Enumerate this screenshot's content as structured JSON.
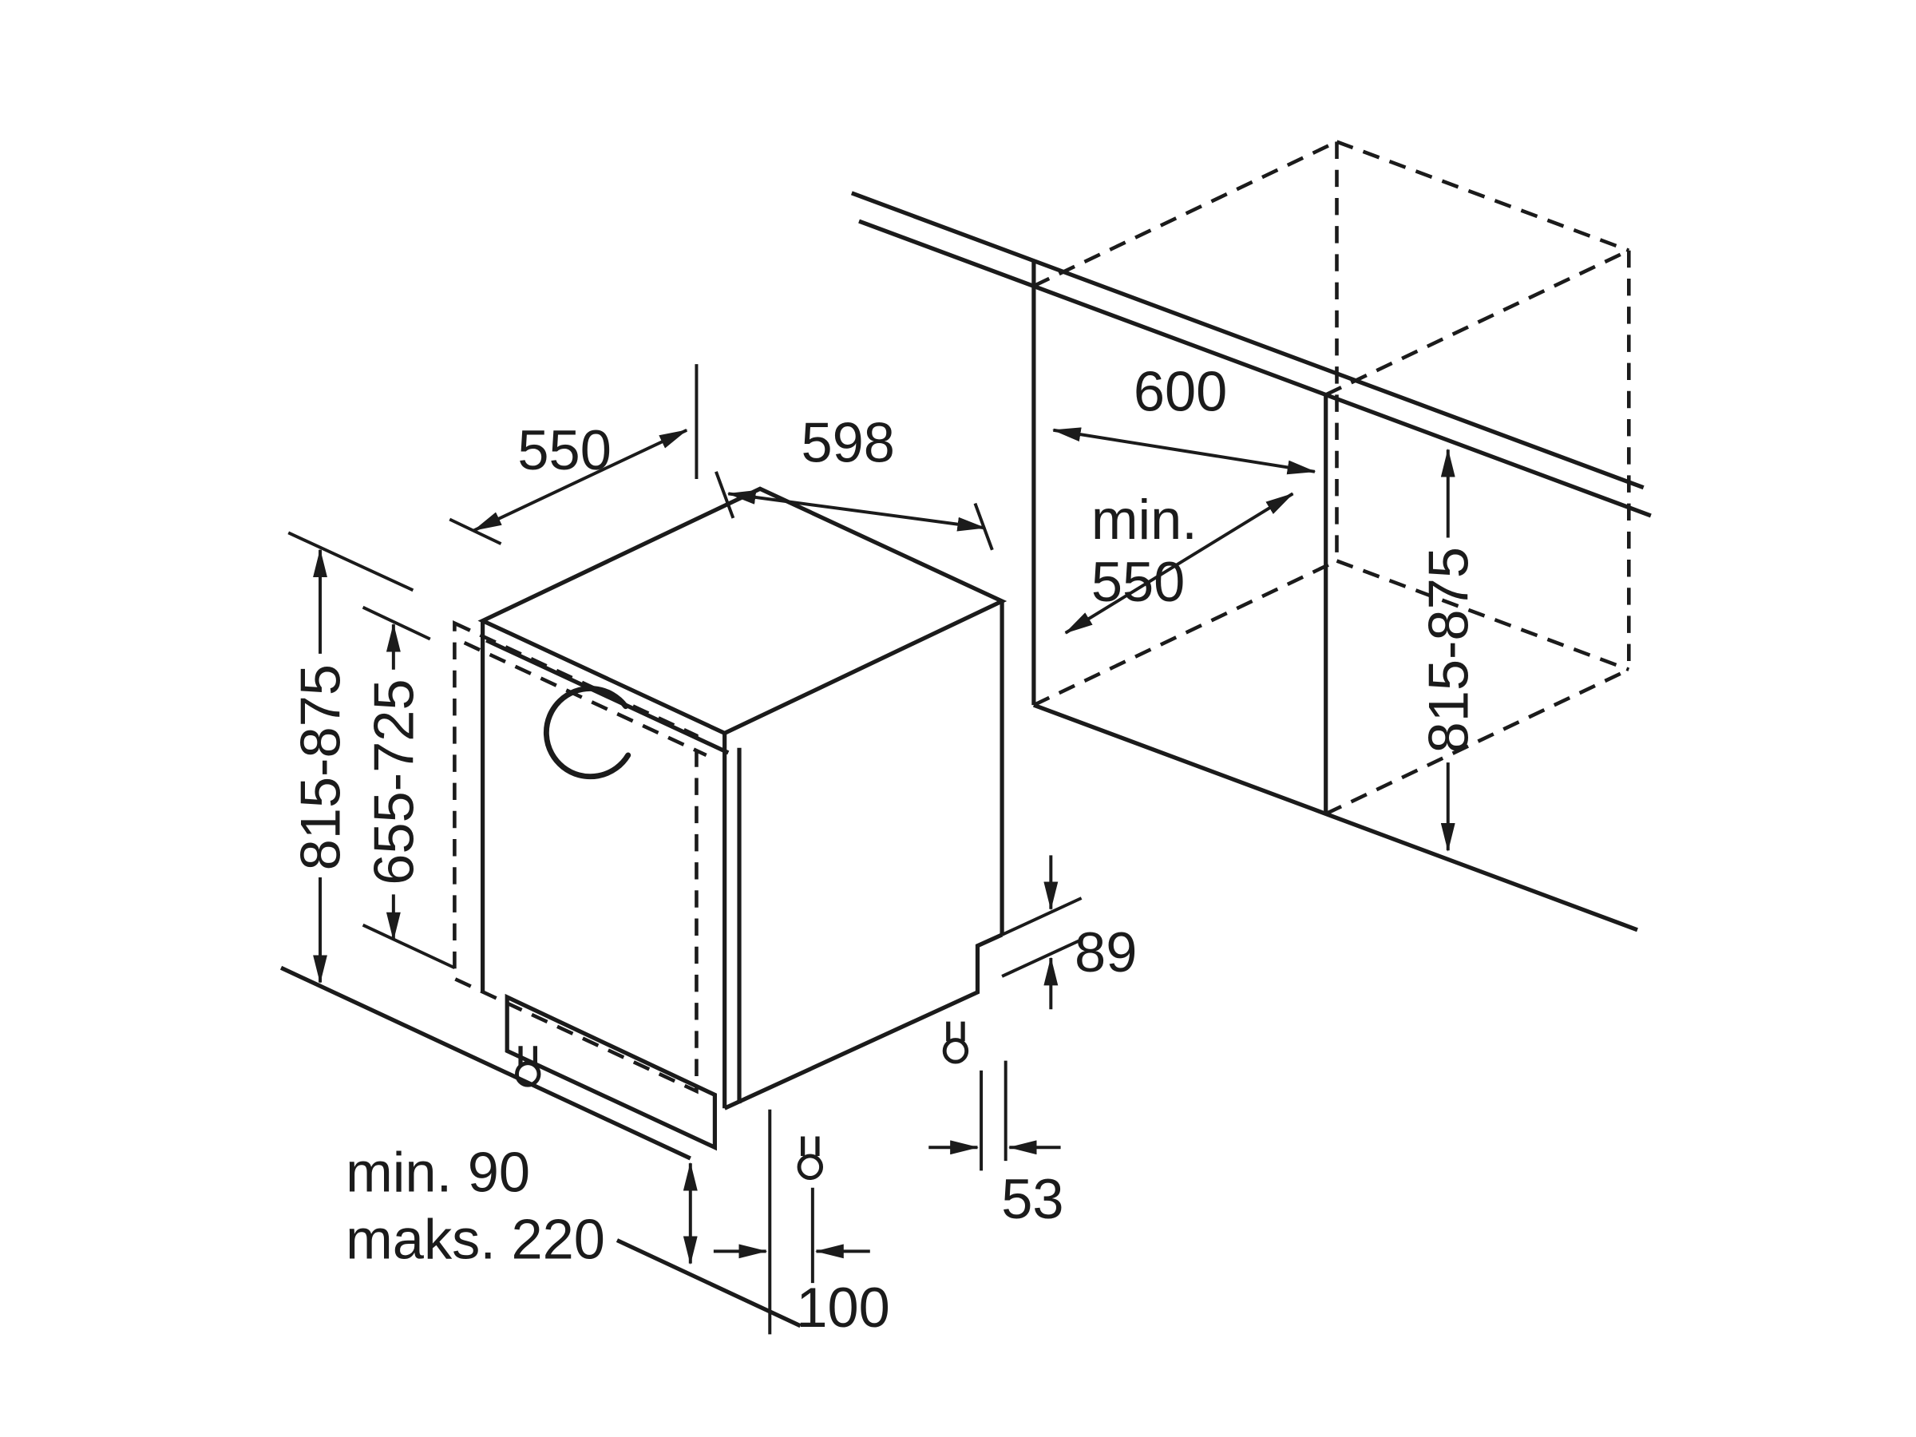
{
  "page": {
    "background": "#ffffff",
    "line_color": "#1b1b1b",
    "description_labels_units": "mm"
  },
  "appliance": {
    "depth_label": "550",
    "width_label": "598",
    "height_label": "815-875",
    "door_height_label": "655-725",
    "plinth_min_label": "min. 90",
    "plinth_max_label": "maks. 220",
    "front_foot_label": "100",
    "rear_foot_label": "53",
    "rear_step_label": "89"
  },
  "niche": {
    "width_label": "600",
    "depth_label_line1": "min.",
    "depth_label_line2": "550",
    "height_label": "815-875"
  }
}
